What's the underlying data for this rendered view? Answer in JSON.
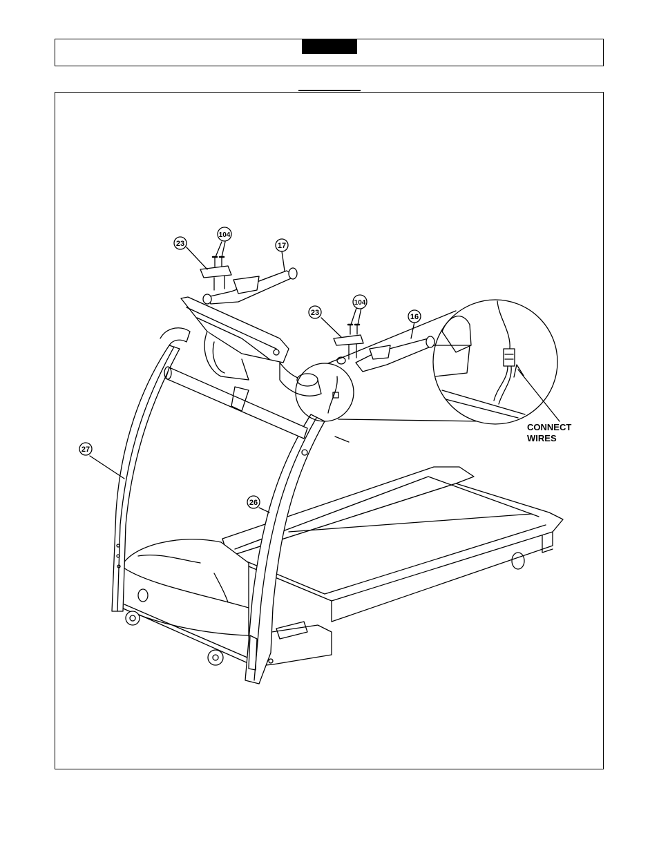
{
  "callouts": {
    "part_23_left": "23",
    "part_104_left": "104",
    "part_17": "17",
    "part_23_right": "23",
    "part_104_right": "104",
    "part_16": "16",
    "part_27": "27",
    "part_26": "26"
  },
  "detail_note": {
    "line1": "CONNECT",
    "line2": "WIRES"
  }
}
